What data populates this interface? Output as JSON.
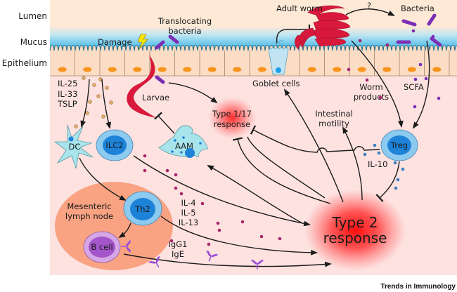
{
  "layers": {
    "lumen": "Lumen",
    "mucus": "Mucus",
    "epithelium": "Epithelium"
  },
  "labels": {
    "damage": "Damage",
    "translocating_bacteria_1": "Translocating",
    "translocating_bacteria_2": "bacteria",
    "adult_worm": "Adult worm",
    "question": "?",
    "bacteria": "Bacteria",
    "cytokines": [
      "IL-25",
      "IL-33",
      "TSLP"
    ],
    "larvae": "Larvae",
    "goblet_cells": "Goblet cells",
    "worm_products_1": "Worm",
    "worm_products_2": "products",
    "scfa": "SCFA",
    "type117_1": "Type 1/17",
    "type117_2": "response",
    "intestinal_motility_1": "Intestinal",
    "intestinal_motility_2": "motility",
    "dc": "DC",
    "ilc2": "ILC2",
    "aam": "AAM",
    "treg": "Treg",
    "il10": "IL-10",
    "mln_1": "Mesenteric",
    "mln_2": "lymph node",
    "th2": "Th2",
    "bcell": "B cell",
    "th2_cytokines": [
      "IL-4",
      "IL-5",
      "IL-13"
    ],
    "antibodies": [
      "IgG1",
      "IgE"
    ],
    "type2_1": "Type 2",
    "type2_2": "response"
  },
  "credit": "Trends in Immunology",
  "colors": {
    "lumen": "#fde9d6",
    "mucus": "#3ab4e6",
    "epithelium_cell": "#fbdcc4",
    "nucleus": "#f7941d",
    "lamina": "#fde2e0",
    "mln": "#f9a383",
    "worm": "#d8193c",
    "bacteria": "#7b2fb5",
    "dc": "#a8e4ec",
    "ilc2_outer": "#8ccaf0",
    "ilc2_inner": "#1e82d9",
    "bcell_outer": "#d7a6e6",
    "bcell_inner": "#a455c9",
    "response_red": "#ff1a1a",
    "cytokine_orange": "#c98a3c",
    "cytokine_magenta": "#a8256e",
    "il10_blue": "#3a7fc4"
  }
}
